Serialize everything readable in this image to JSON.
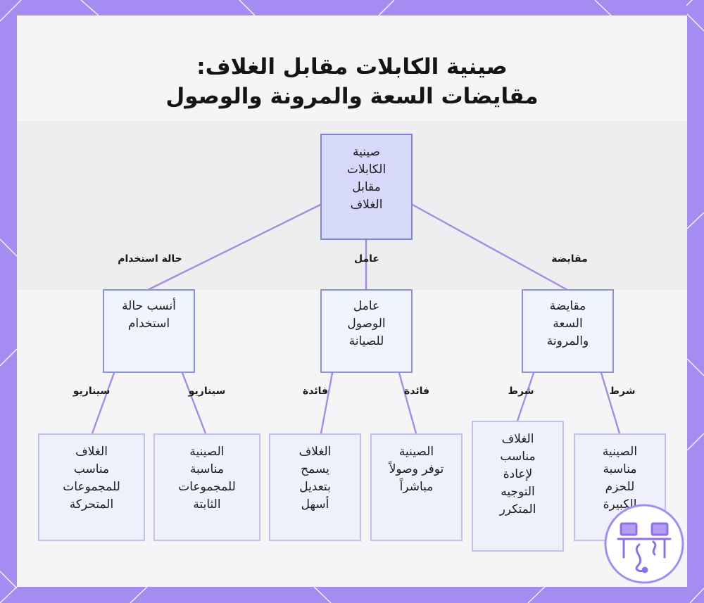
{
  "title": {
    "line1": "صينية الكابلات مقابل الغلاف:",
    "line2": "مقايضات السعة والمرونة والوصول"
  },
  "nodes": {
    "root": [
      "صينية",
      "الكابلات",
      "مقابل",
      "الغلاف"
    ],
    "use_case": [
      "أنسب حالة",
      "استخدام"
    ],
    "access": [
      "عامل",
      "الوصول",
      "للصيانة"
    ],
    "tradeoff": [
      "مقايضة",
      "السعة",
      "والمرونة"
    ],
    "sheath_dynamic": [
      "الغلاف",
      "مناسب",
      "للمجموعات",
      "المتحركة"
    ],
    "tray_static": [
      "الصينية",
      "مناسبة",
      "للمجموعات",
      "الثابتة"
    ],
    "sheath_modify": [
      "الغلاف",
      "يسمح",
      "بتعديل",
      "أسهل"
    ],
    "tray_access": [
      "الصينية",
      "توفر وصولاً",
      "مباشراً"
    ],
    "sheath_reroute": [
      "الغلاف",
      "مناسب",
      "لإعادة",
      "التوجيه",
      "المتكرر"
    ],
    "tray_large": [
      "الصينية",
      "مناسبة",
      "للحزم",
      "الكبيرة"
    ]
  },
  "edge_labels": {
    "use_case": "حالة استخدام",
    "factor": "عامل",
    "tradeoff": "مقايضة",
    "scenario_1": "سيناريو",
    "scenario_2": "سيناريو",
    "benefit_1": "فائدة",
    "benefit_2": "فائدة",
    "condition_1": "شرط",
    "condition_2": "شرط"
  },
  "colors": {
    "frame": "#a48cf0",
    "edge": "#a48ce0",
    "root_fill": "#d7d9fa",
    "node_border": "#8a92d8"
  }
}
